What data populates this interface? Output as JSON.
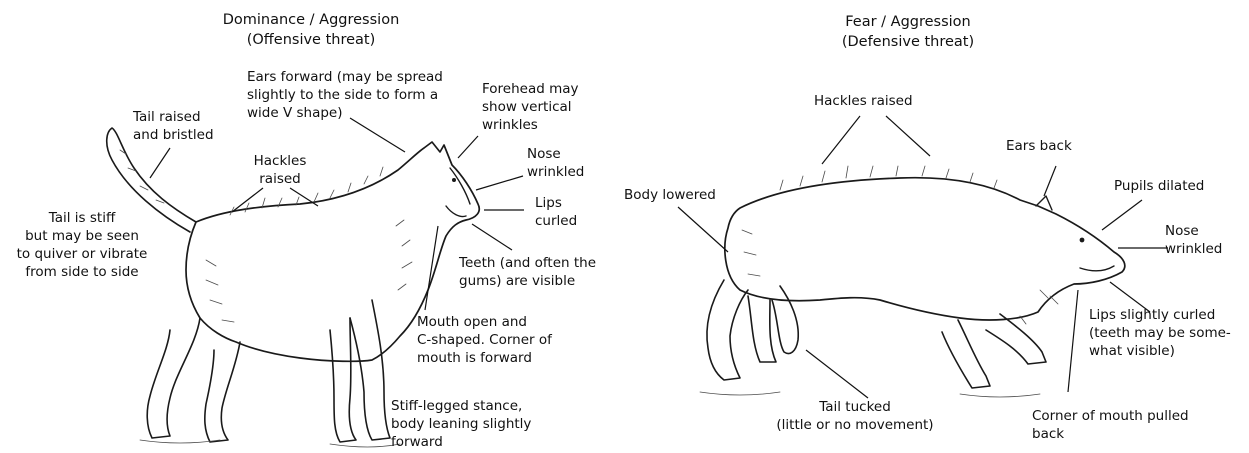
{
  "left_panel": {
    "title": "Dominance / Aggression\n(Offensive threat)",
    "labels": {
      "ears": "Ears forward (may be spread\nslightly to the side to form a\nwide V shape)",
      "forehead": "Forehead may\nshow vertical\nwrinkles",
      "tail_raised": "Tail raised\nand bristled",
      "hackles": "Hackles\nraised",
      "nose": "Nose\nwrinkled",
      "lips": "Lips\ncurled",
      "tail_stiff": "Tail is stiff\nbut may be seen\nto quiver or vibrate\nfrom side to side",
      "teeth": "Teeth (and often the\ngums) are visible",
      "mouth": "Mouth open and\nC-shaped. Corner of\nmouth is forward",
      "stance": "Stiff-legged stance,\nbody leaning slightly\nforward"
    }
  },
  "right_panel": {
    "title": "Fear / Aggression\n(Defensive threat)",
    "labels": {
      "hackles": "Hackles raised",
      "ears": "Ears back",
      "body": "Body lowered",
      "pupils": "Pupils dilated",
      "nose": "Nose\nwrinkled",
      "lips": "Lips slightly curled\n(teeth may be some-\nwhat visible)",
      "tail": "Tail tucked\n(little or no movement)",
      "corner": "Corner of mouth pulled\nback"
    }
  }
}
